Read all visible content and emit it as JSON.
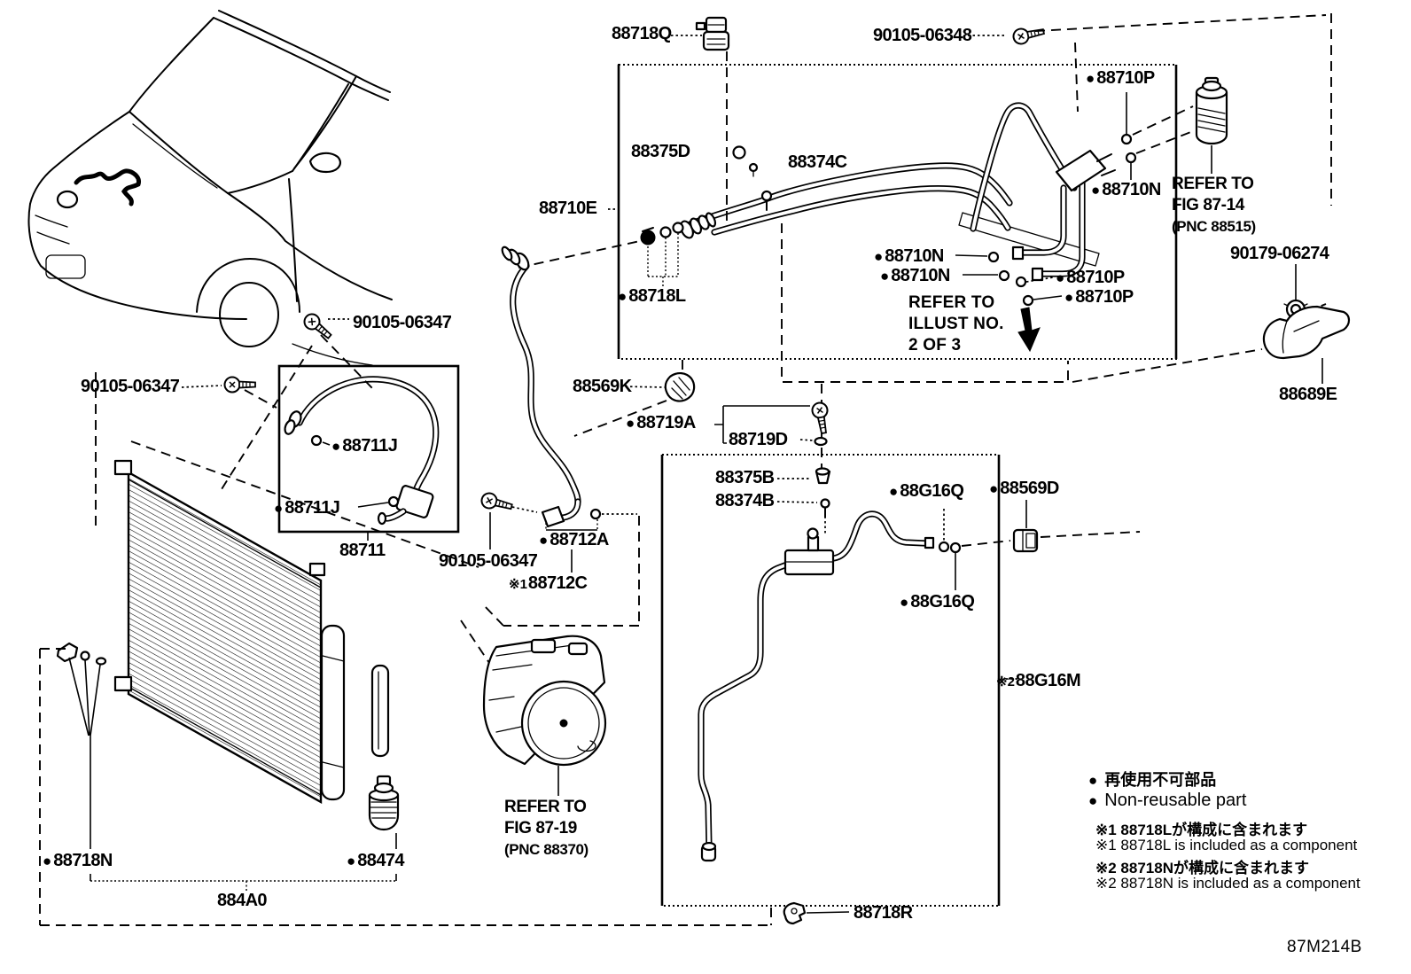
{
  "diagram_code": "87M214B",
  "labels": [
    {
      "text": "88718Q"
    },
    {
      "text": "90105-06348"
    },
    {
      "text": "88710P",
      "bullet": "●"
    },
    {
      "text": "88375D"
    },
    {
      "text": "88374C"
    },
    {
      "text": "88710E"
    },
    {
      "text": "88710N",
      "bullet": "●"
    },
    {
      "text": "88718L",
      "bullet": "●"
    },
    {
      "text": "88710N",
      "bullet": "●"
    },
    {
      "text": "88710N",
      "bullet": "●"
    },
    {
      "text": "88710P",
      "bullet": "●"
    },
    {
      "text": "88710P",
      "bullet": "●"
    },
    {
      "text": "90179-06274"
    },
    {
      "text": "88689E"
    },
    {
      "text": "88569K"
    },
    {
      "text": "88719A",
      "bullet": "●"
    },
    {
      "text": "88719D"
    },
    {
      "text": "90105-06347"
    },
    {
      "text": "90105-06347"
    },
    {
      "text": "88711J",
      "bullet": "●"
    },
    {
      "text": "88711J",
      "bullet": "●"
    },
    {
      "text": "88711"
    },
    {
      "text": "90105-06347"
    },
    {
      "text": "88712A",
      "bullet": "●"
    },
    {
      "text": "88712C",
      "prefix": "※1"
    },
    {
      "text": "88375B"
    },
    {
      "text": "88374B"
    },
    {
      "text": "88G16Q",
      "bullet": "●"
    },
    {
      "text": "88569D",
      "bullet": "●"
    },
    {
      "text": "88G16Q",
      "bullet": "●"
    },
    {
      "text": "88G16M",
      "prefix": "※2"
    },
    {
      "text": "88718N",
      "bullet": "●"
    },
    {
      "text": "88474",
      "bullet": "●"
    },
    {
      "text": "884A0"
    },
    {
      "text": "88718R"
    }
  ],
  "refs": [
    {
      "lines": [
        "REFER TO",
        "FIG 87-14",
        "(PNC 88515)"
      ]
    },
    {
      "lines": [
        "REFER TO",
        "ILLUST NO.",
        "2 OF 3"
      ]
    },
    {
      "lines": [
        "REFER TO",
        "FIG 87-19",
        "(PNC 88370)"
      ]
    }
  ],
  "legend": {
    "bullet": "●",
    "jp_nonreusable": "再使用不可部品",
    "en_nonreusable": "Non-reusable part",
    "note1_jp": "※1 88718Lが構成に含まれます",
    "note1_en": "※1 88718L is included as a component",
    "note2_jp": "※2 88718Nが構成に含まれます",
    "note2_en": "※2 88718N is included as a component"
  }
}
